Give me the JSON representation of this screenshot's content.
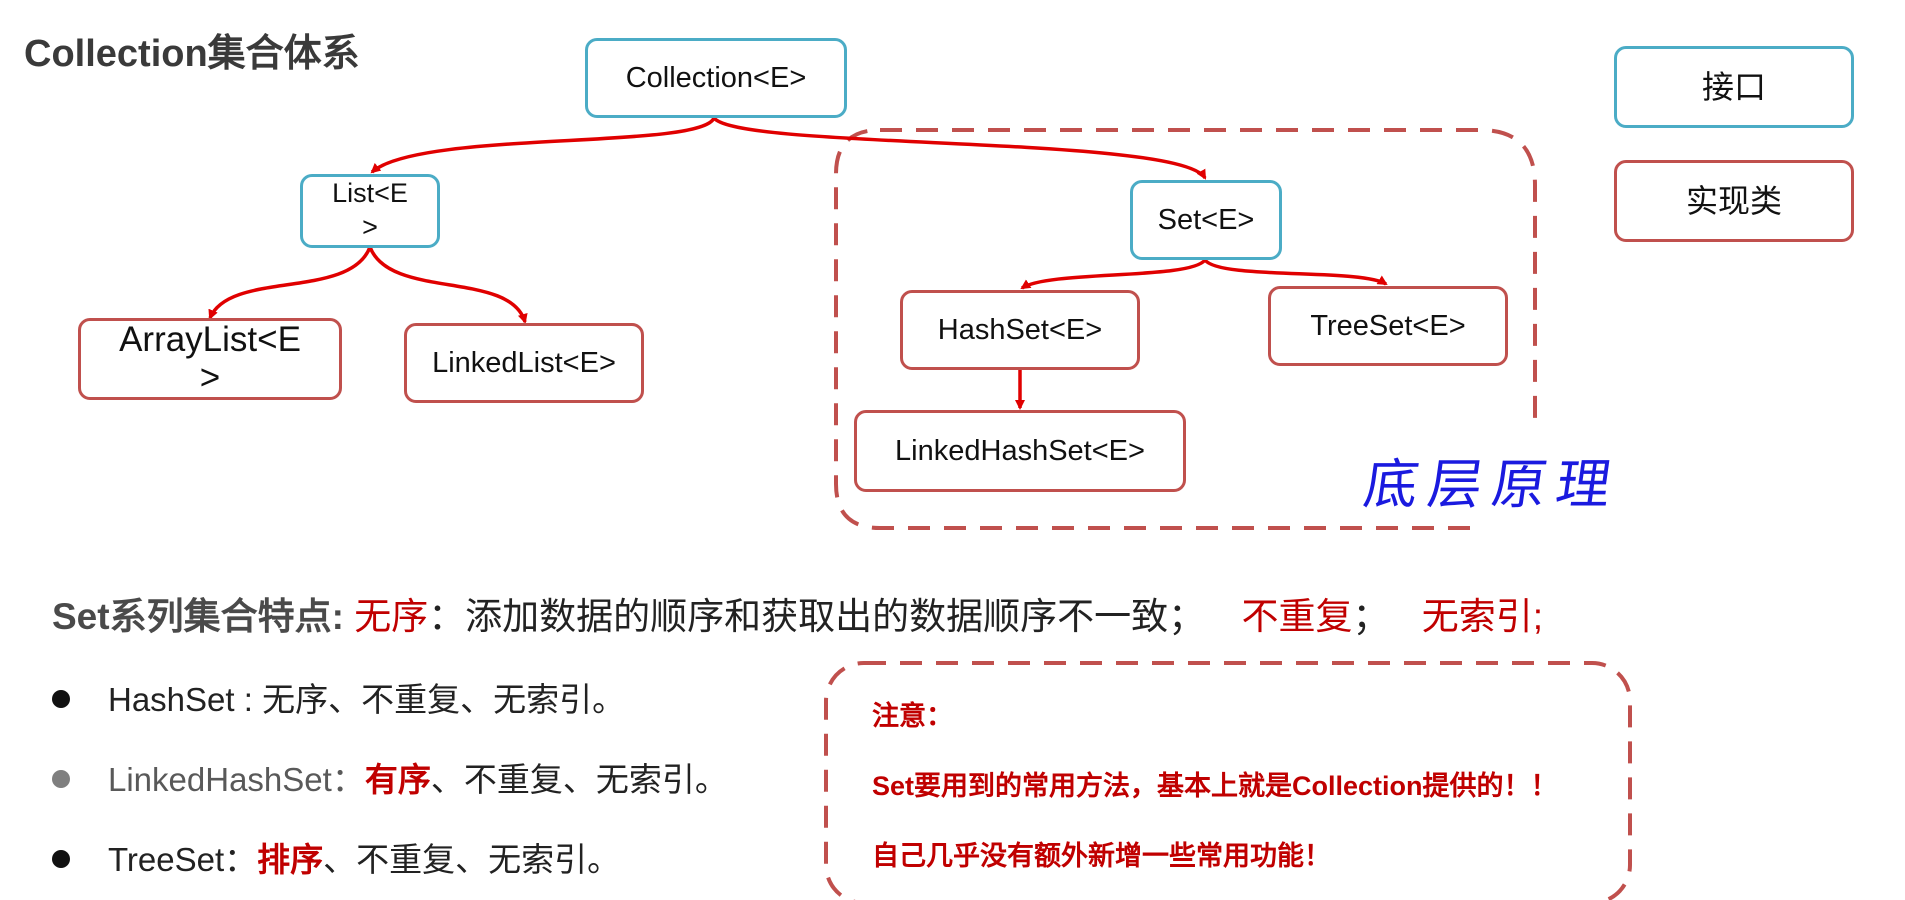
{
  "title": "Collection集合体系",
  "nodes": {
    "collection": "Collection<E>",
    "list_line1": "List<E",
    "list_line2": ">",
    "set": "Set<E>",
    "arraylist_line1": "ArrayList<E",
    "arraylist_line2": ">",
    "linkedlist": "LinkedList<E>",
    "hashset": "HashSet<E>",
    "treeset": "TreeSet<E>",
    "linkedhashset": "LinkedHashSet<E>"
  },
  "legend": {
    "interface": "接口",
    "impl": "实现类"
  },
  "annotation": "底层原理",
  "features": {
    "lead": "Set系列集合特点:",
    "unordered": "无序",
    "unordered_desc": "：添加数据的顺序和获取出的数据顺序不一致；",
    "no_duplicate": "不重复",
    "sep": "；",
    "no_index": "无索引;"
  },
  "bullets": [
    {
      "name": "HashSet",
      "sep": " : ",
      "strong": "",
      "rest": "无序、不重复、无索引。"
    },
    {
      "name": "LinkedHashSet",
      "sep": "：",
      "strong": "有序",
      "rest": "、不重复、无索引。"
    },
    {
      "name": "TreeSet",
      "sep": "：",
      "strong": "排序",
      "rest": "、不重复、无索引。"
    }
  ],
  "note": {
    "heading": "注意：",
    "line1": "Set要用到的常用方法，基本上就是Collection提供的！！",
    "line2": "自己几乎没有额外新增一些常用功能！"
  },
  "colors": {
    "interface_border": "#4bacc6",
    "impl_border": "#c0504d",
    "arrow": "#e00000",
    "emphasis": "#c00000",
    "annotation": "#1a1adf"
  }
}
